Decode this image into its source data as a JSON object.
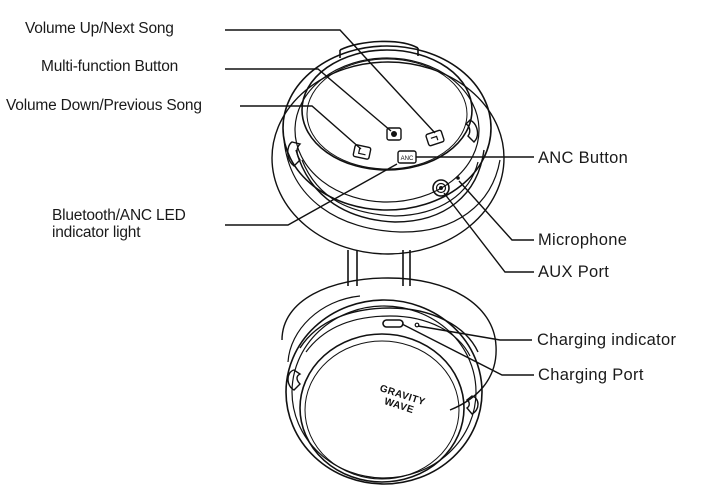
{
  "labels": {
    "volume_up": "Volume Up/Next Song",
    "multi_function": "Multi-function Button",
    "volume_down": "Volume Down/Previous Song",
    "led_line1": "Bluetooth/ANC LED",
    "led_line2": "indicator light",
    "anc_button": "ANC Button",
    "microphone": "Microphone",
    "aux_port": "AUX Port",
    "charging_indicator": "Charging indicator",
    "charging_port": "Charging Port"
  },
  "button_marks": {
    "anc": "ANC"
  },
  "logo": {
    "line1": "GRAVITY",
    "line2": "WAVE"
  },
  "colors": {
    "line": "#111111",
    "text": "#1a1a1a",
    "background": "#ffffff"
  }
}
